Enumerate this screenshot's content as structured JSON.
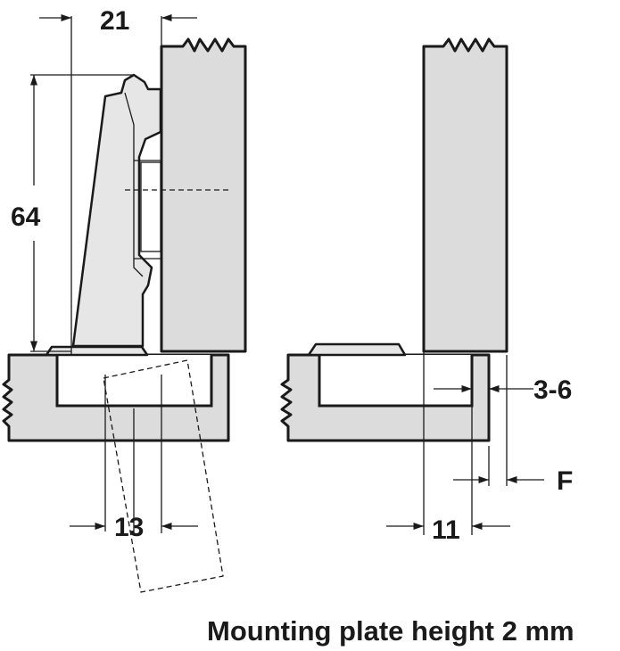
{
  "dimensions": {
    "overlay": "21",
    "height": "64",
    "cup_offset": "13",
    "gap": "3-6",
    "cup_offset_right": "11",
    "F": "F"
  },
  "caption": "Mounting plate height 2 mm",
  "colors": {
    "part_fill": "#dcdcdc",
    "stroke": "#1a1a1a",
    "background": "#ffffff"
  }
}
